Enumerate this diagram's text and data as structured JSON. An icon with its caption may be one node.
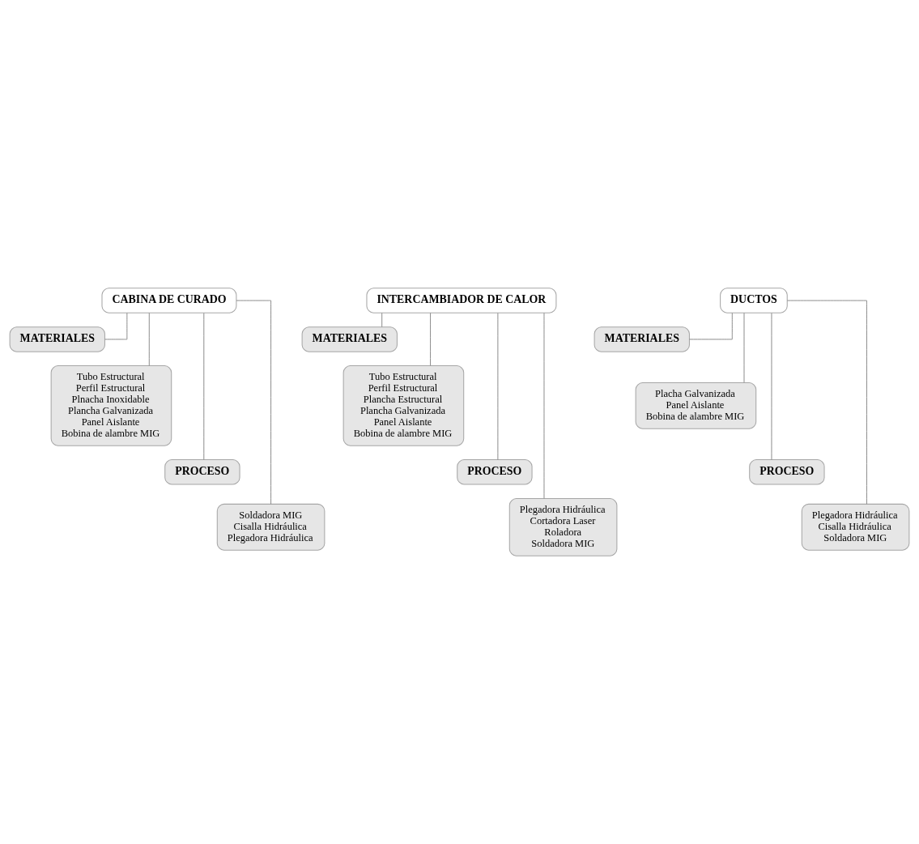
{
  "diagram": {
    "nodes": [
      {
        "text": [
          "CABINA DE CURADO"
        ]
      },
      {
        "text": [
          "MATERIALES"
        ]
      },
      {
        "text": [
          "Tubo Estructural",
          "Perfil Estructural",
          "Plnacha Inoxidable",
          "Plancha Galvanizada",
          "Panel Aislante",
          "Bobina de alambre MIG"
        ]
      },
      {
        "text": [
          "PROCESO"
        ]
      },
      {
        "text": [
          "Soldadora MIG",
          "Cisalla Hidráulica",
          "Plegadora Hidráulica"
        ]
      },
      {
        "text": [
          "INTERCAMBIADOR DE CALOR"
        ]
      },
      {
        "text": [
          "MATERIALES"
        ]
      },
      {
        "text": [
          "Tubo Estructural",
          "Perfil Estructural",
          "Plancha Estructural",
          "Plancha Galvanizada",
          "Panel Aislante",
          "Bobina de alambre MIG"
        ]
      },
      {
        "text": [
          "PROCESO"
        ]
      },
      {
        "text": [
          "Plegadora Hidráulica",
          "Cortadora Laser",
          "Roladora",
          "Soldadora MIG"
        ]
      },
      {
        "text": [
          "DUCTOS"
        ]
      },
      {
        "text": [
          "MATERIALES"
        ]
      },
      {
        "text": [
          "Placha Galvanizada",
          "Panel Aislante",
          "Bobina de alambre MIG"
        ]
      },
      {
        "text": [
          "PROCESO"
        ]
      },
      {
        "text": [
          "Plegadora Hidráulica",
          "Cisalla Hidráulica",
          "Soldadora MIG"
        ]
      }
    ],
    "edges": [
      {
        "from": 0,
        "to": 1,
        "arrow": "none"
      },
      {
        "from": 0,
        "to": 2,
        "arrow": "none"
      },
      {
        "from": 0,
        "to": 3,
        "arrow": "none"
      },
      {
        "from": 0,
        "to": 4,
        "arrow": "none"
      },
      {
        "from": 5,
        "to": 6,
        "arrow": "none"
      },
      {
        "from": 5,
        "to": 7,
        "arrow": "none"
      },
      {
        "from": 5,
        "to": 8,
        "arrow": "none"
      },
      {
        "from": 5,
        "to": 9,
        "arrow": "none"
      },
      {
        "from": 10,
        "to": 11,
        "arrow": "none"
      },
      {
        "from": 10,
        "to": 12,
        "arrow": "none"
      },
      {
        "from": 10,
        "to": 13,
        "arrow": "none"
      },
      {
        "from": 10,
        "to": 14,
        "arrow": "none"
      }
    ]
  }
}
